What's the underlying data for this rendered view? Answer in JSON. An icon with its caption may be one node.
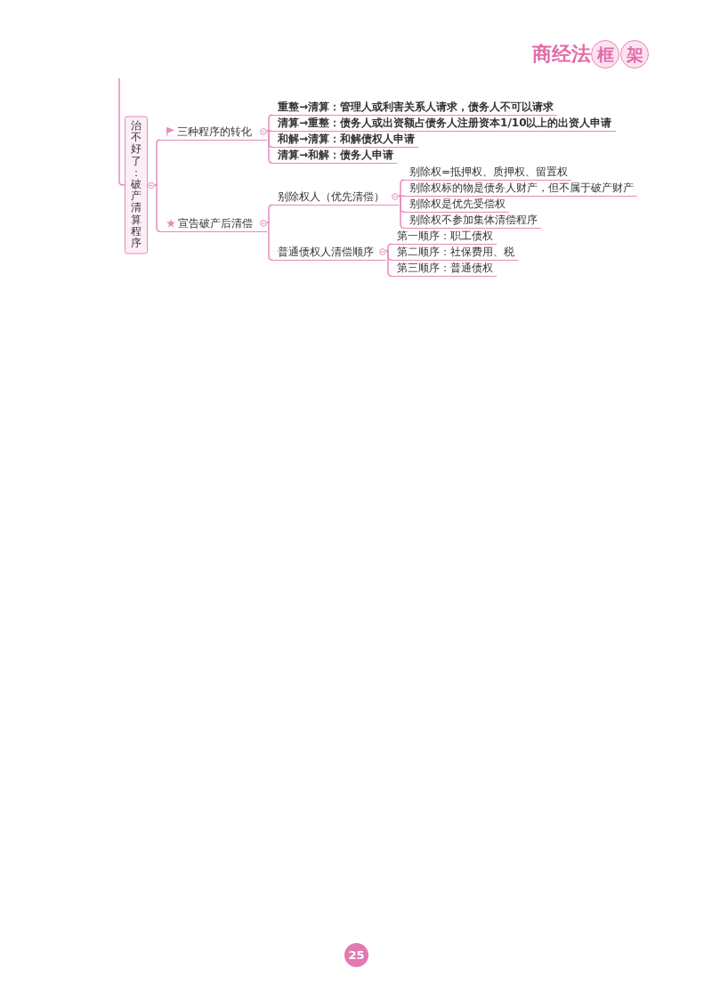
{
  "diagram": {
    "nodes": [
      {
        "text": [
          "治不好了：破产清算程序"
        ]
      },
      {
        "text": [
          "三种程序的转化"
        ]
      },
      {
        "text": [
          "重整→清算：管理人或利害关系人请求，债务人不可以请求"
        ]
      },
      {
        "text": [
          "清算→重整：债务人或出资额占债务人注册资本1/10以上的出资人申请"
        ]
      },
      {
        "text": [
          "和解→清算：和解债权人申请"
        ]
      },
      {
        "text": [
          "清算→和解：债务人申请"
        ]
      },
      {
        "text": [
          "宣告破产后清偿"
        ]
      },
      {
        "text": [
          "别除权人（优先清偿）"
        ]
      },
      {
        "text": [
          "别除权=抵押权、质押权、留置权"
        ]
      },
      {
        "text": [
          "别除权标的物是债务人财产，但不属于破产财产"
        ]
      },
      {
        "text": [
          "别除权是优先受偿权"
        ]
      },
      {
        "text": [
          "别除权不参加集体清偿程序"
        ]
      },
      {
        "text": [
          "普通债权人清偿顺序"
        ]
      },
      {
        "text": [
          "第一顺序：职工债权"
        ]
      },
      {
        "text": [
          "第二顺序：社保费用、税"
        ]
      },
      {
        "text": [
          "第三顺序：普通债权"
        ]
      }
    ],
    "edges": [
      {
        "from": null,
        "to": 0,
        "arrow": "none"
      },
      {
        "from": 0,
        "to": 1,
        "arrow": "none"
      },
      {
        "from": 0,
        "to": 6,
        "arrow": "none"
      },
      {
        "from": 1,
        "to": 2,
        "arrow": "none"
      },
      {
        "from": 1,
        "to": 3,
        "arrow": "none"
      },
      {
        "from": 1,
        "to": 4,
        "arrow": "none"
      },
      {
        "from": 1,
        "to": 5,
        "arrow": "none"
      },
      {
        "from": 6,
        "to": 7,
        "arrow": "none"
      },
      {
        "from": 6,
        "to": 12,
        "arrow": "none"
      },
      {
        "from": 7,
        "to": 8,
        "arrow": "none"
      },
      {
        "from": 7,
        "to": 9,
        "arrow": "none"
      },
      {
        "from": 7,
        "to": 10,
        "arrow": "none"
      },
      {
        "from": 7,
        "to": 11,
        "arrow": "none"
      },
      {
        "from": 12,
        "to": 13,
        "arrow": "none"
      },
      {
        "from": 12,
        "to": 14,
        "arrow": "none"
      },
      {
        "from": 12,
        "to": 15,
        "arrow": "none"
      }
    ],
    "labels": [
      "商经法",
      "框",
      "架",
      "25"
    ]
  }
}
